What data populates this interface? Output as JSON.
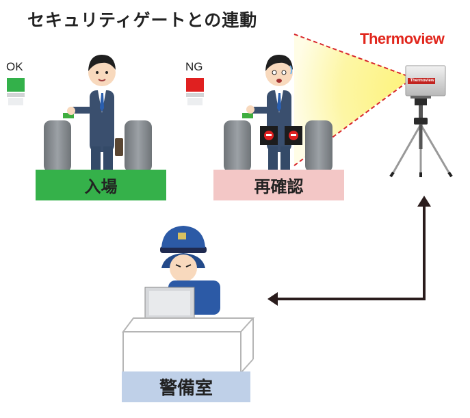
{
  "title": "セキュリティゲートとの連動",
  "brand": "Thermoview",
  "camera_label": "Thermoview",
  "lights": {
    "ok": "OK",
    "ng": "NG"
  },
  "zones": {
    "entry": "入場",
    "recheck": "再確認",
    "guard_room": "警備室"
  },
  "colors": {
    "ok_light": "#33b14a",
    "ng_light": "#e02020",
    "entry_bar": "#35b14a",
    "recheck_bar": "#f3c7c6",
    "guard_bar": "#bfd0e8",
    "beam": "#fdf37a",
    "brand_red": "#e1261c",
    "arrow": "#2a1c1c"
  }
}
